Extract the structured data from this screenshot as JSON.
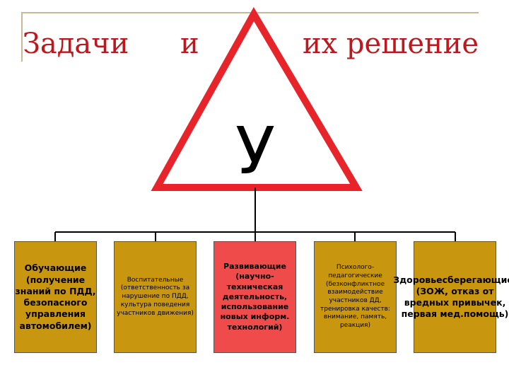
{
  "title": {
    "part1": "Задачи",
    "part2": "и",
    "part3": "их решение"
  },
  "sign": {
    "letter": "У"
  },
  "boxes": [
    {
      "text": "Обучающие (получение знаний по ПДД, безопасного управления автомобилем)"
    },
    {
      "text": "Воспитательные (ответственность за нарушение по ПДД, культура поведения участников движения)"
    },
    {
      "text": "Развивающие (научно-техническая деятельность, использование новых информ. технологий)"
    },
    {
      "text": "Психолого-педагогические (безконфликтное взаимодействие участников ДД, тренировка качеств: внимание, память, реакция)"
    },
    {
      "text": "Здоровьесберегающие: (ЗОЖ, отказ от вредных привычек, первая мед.помощь)"
    }
  ],
  "colors": {
    "title": "#c0171d",
    "triangle_border": "#e8242b",
    "box_fill": "#c9960f",
    "box_highlight": "#f04b4b",
    "frame": "#c8b89a"
  }
}
